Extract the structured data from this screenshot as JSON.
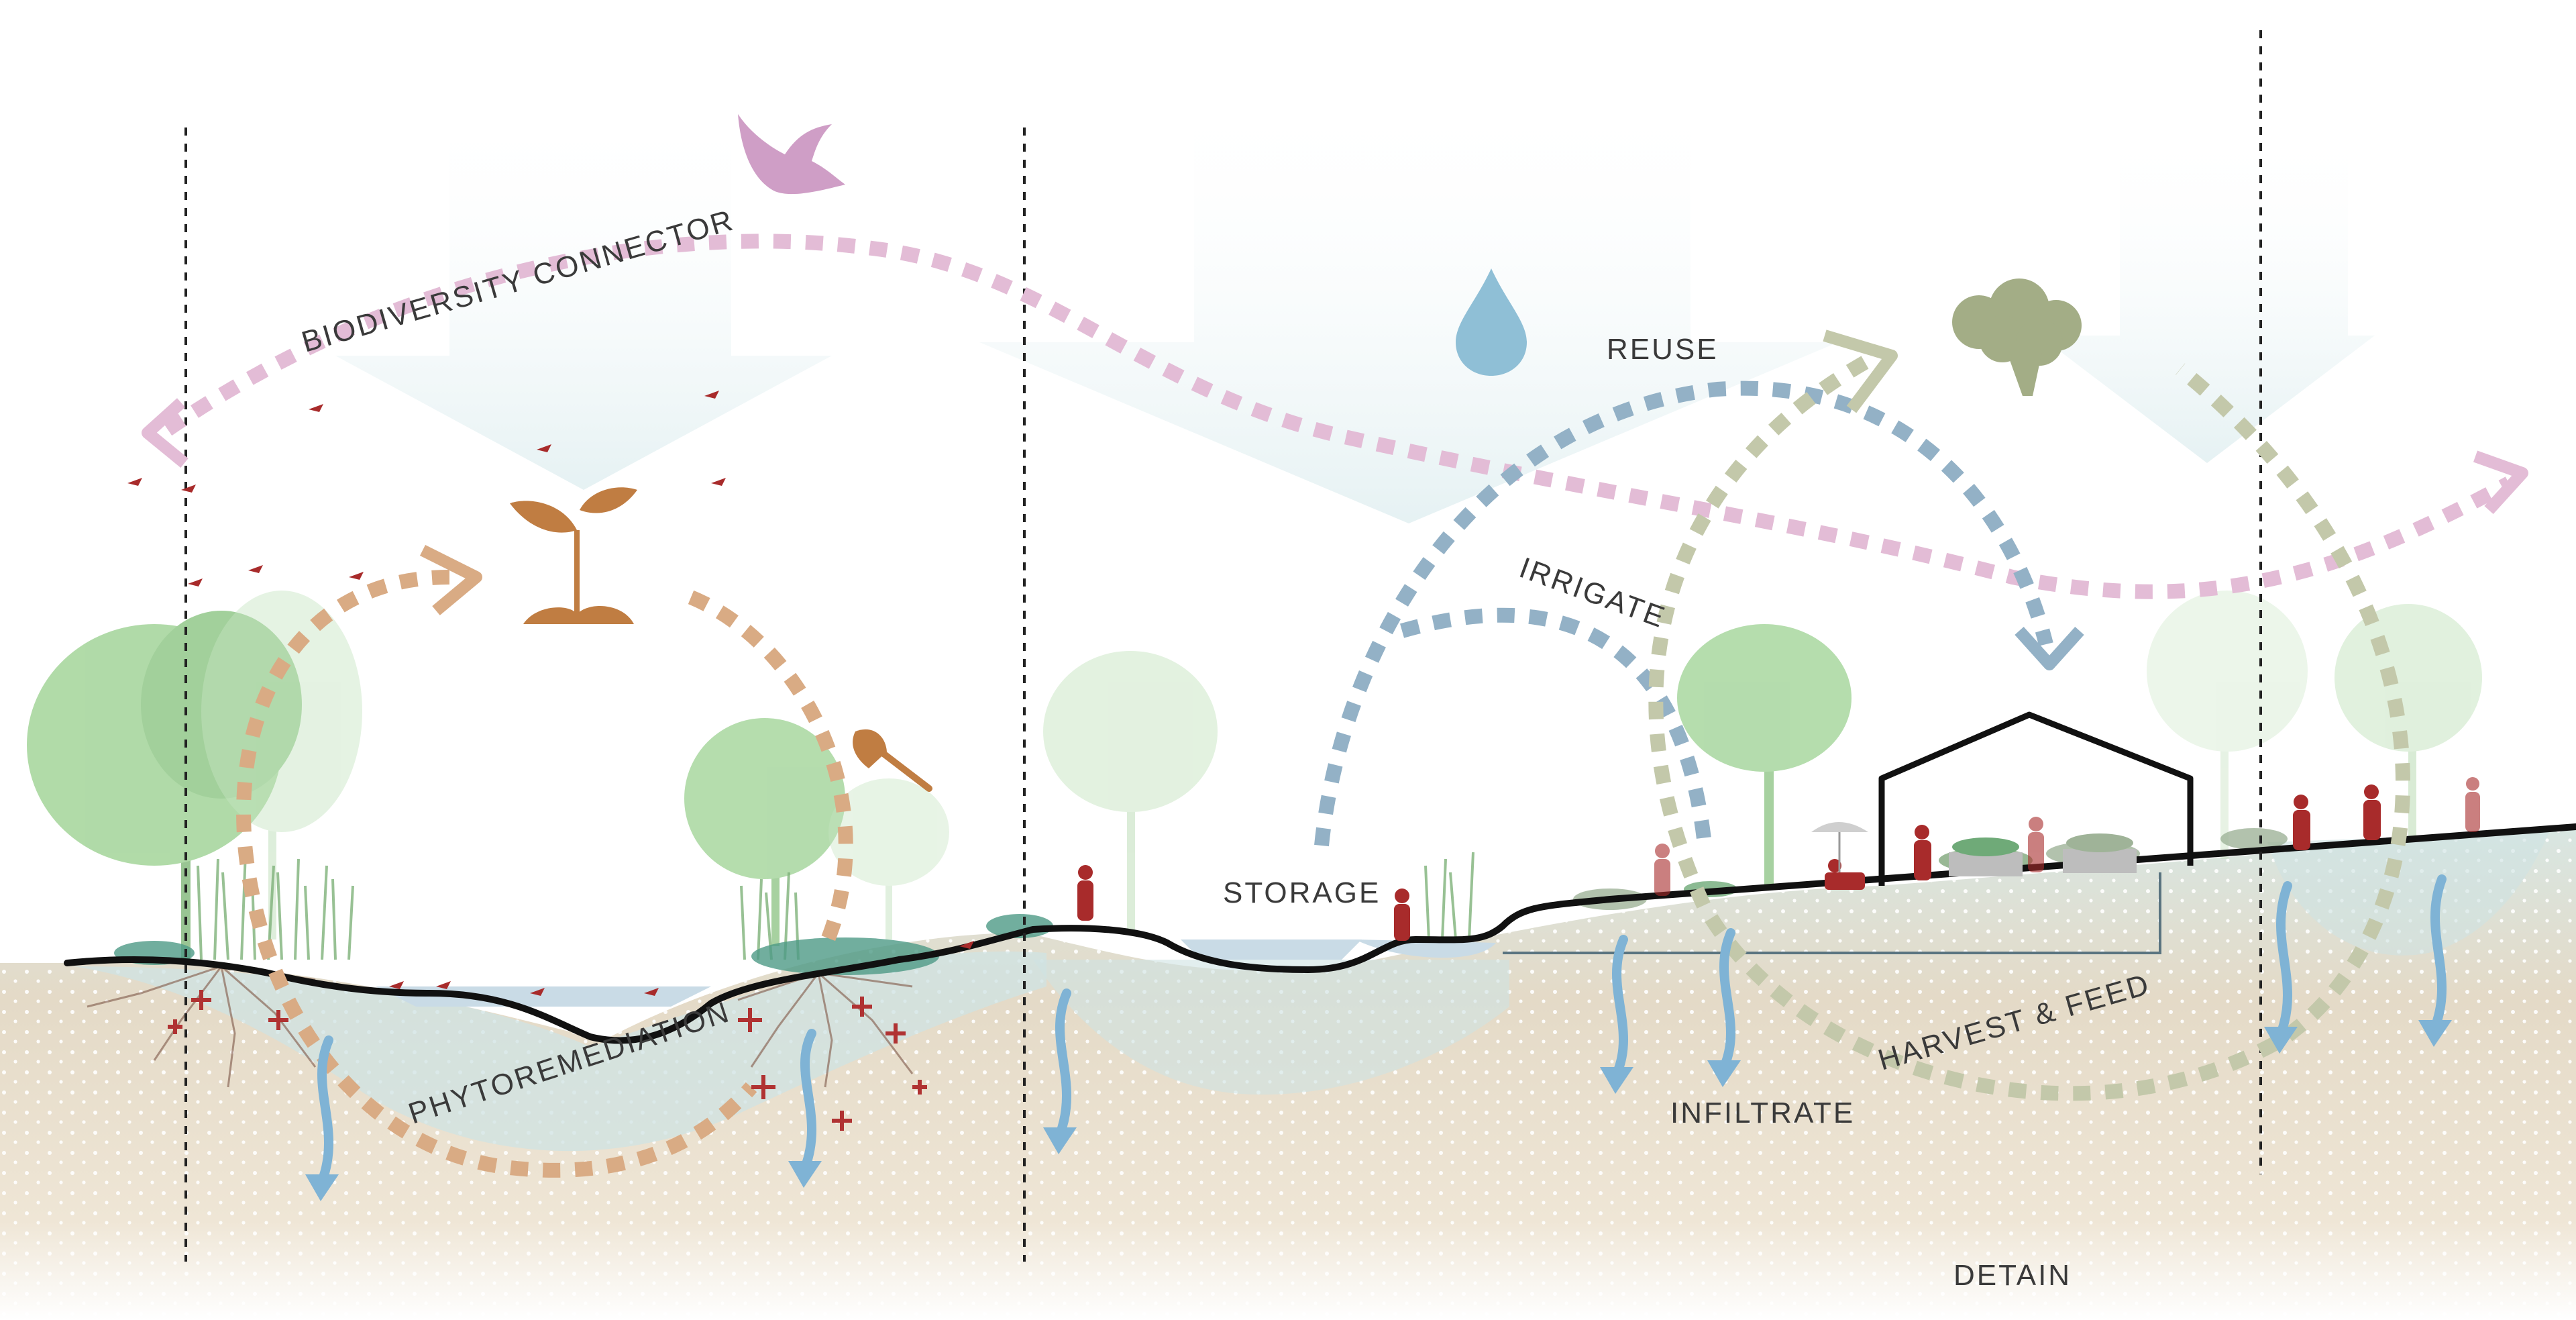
{
  "labels": {
    "biodiversity": "BIODIVERSITY CONNECTOR",
    "reuse": "REUSE",
    "irrigate": "IRRIGATE",
    "storage": "STORAGE",
    "phytoremediation": "PHYTOREMEDIATION",
    "infiltrate": "INFILTRATE",
    "harvest": "HARVEST & FEED",
    "detain": "DETAIN"
  },
  "colors": {
    "biodiversity": "#e3bcd6",
    "bird": "#cf9ec6",
    "reuse": "#93b1c6",
    "harvest": "#c3c8aa",
    "phyto": "#d9ab84",
    "sprout": "#c07d42",
    "water": "#7fb3d5",
    "redFigure": "#a82b2b",
    "tree": "#a8d79f",
    "ground": "#e6d9c3",
    "groundWater": "#cfe2e0",
    "surfaceLine": "#111111"
  },
  "icons": [
    "bird-icon",
    "water-drop-icon",
    "broccoli-icon",
    "sprout-icon",
    "axe-icon",
    "greenhouse-icon"
  ]
}
